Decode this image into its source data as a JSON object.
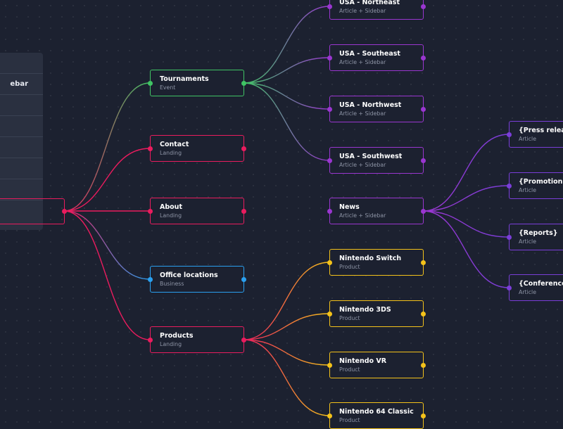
{
  "root": {
    "panel_label": "ebar",
    "color": "#ea1c5e"
  },
  "colors": {
    "green": "#40c464",
    "pink": "#ea1c5e",
    "blue": "#2aa0f0",
    "purple": "#9a36d0",
    "violet": "#7a3ed8",
    "yellow": "#f4c21a"
  },
  "nodes": {
    "tournaments": {
      "title": "Tournaments",
      "sub": "Event"
    },
    "contact": {
      "title": "Contact",
      "sub": "Landing"
    },
    "about": {
      "title": "About",
      "sub": "Landing"
    },
    "office": {
      "title": "Office locations",
      "sub": "Business"
    },
    "products": {
      "title": "Products",
      "sub": "Landing"
    },
    "usa_ne": {
      "title": "USA - Northeast",
      "sub": "Article + Sidebar"
    },
    "usa_se": {
      "title": "USA - Southeast",
      "sub": "Article + Sidebar"
    },
    "usa_nw": {
      "title": "USA - Northwest",
      "sub": "Article + Sidebar"
    },
    "usa_sw": {
      "title": "USA - Southwest",
      "sub": "Article + Sidebar"
    },
    "news": {
      "title": "News",
      "sub": "Article + Sidebar"
    },
    "switch": {
      "title": "Nintendo Switch",
      "sub": "Product"
    },
    "n3ds": {
      "title": "Nintendo 3DS",
      "sub": "Product"
    },
    "vr": {
      "title": "Nintendo VR",
      "sub": "Product"
    },
    "n64": {
      "title": "Nintendo 64 Classic",
      "sub": "Product"
    },
    "press": {
      "title": "{Press releases}",
      "sub": "Article"
    },
    "promotions": {
      "title": "{Promotions}",
      "sub": "Article"
    },
    "reports": {
      "title": "{Reports}",
      "sub": "Article"
    },
    "conferences": {
      "title": "{Conferences}",
      "sub": "Article"
    }
  }
}
